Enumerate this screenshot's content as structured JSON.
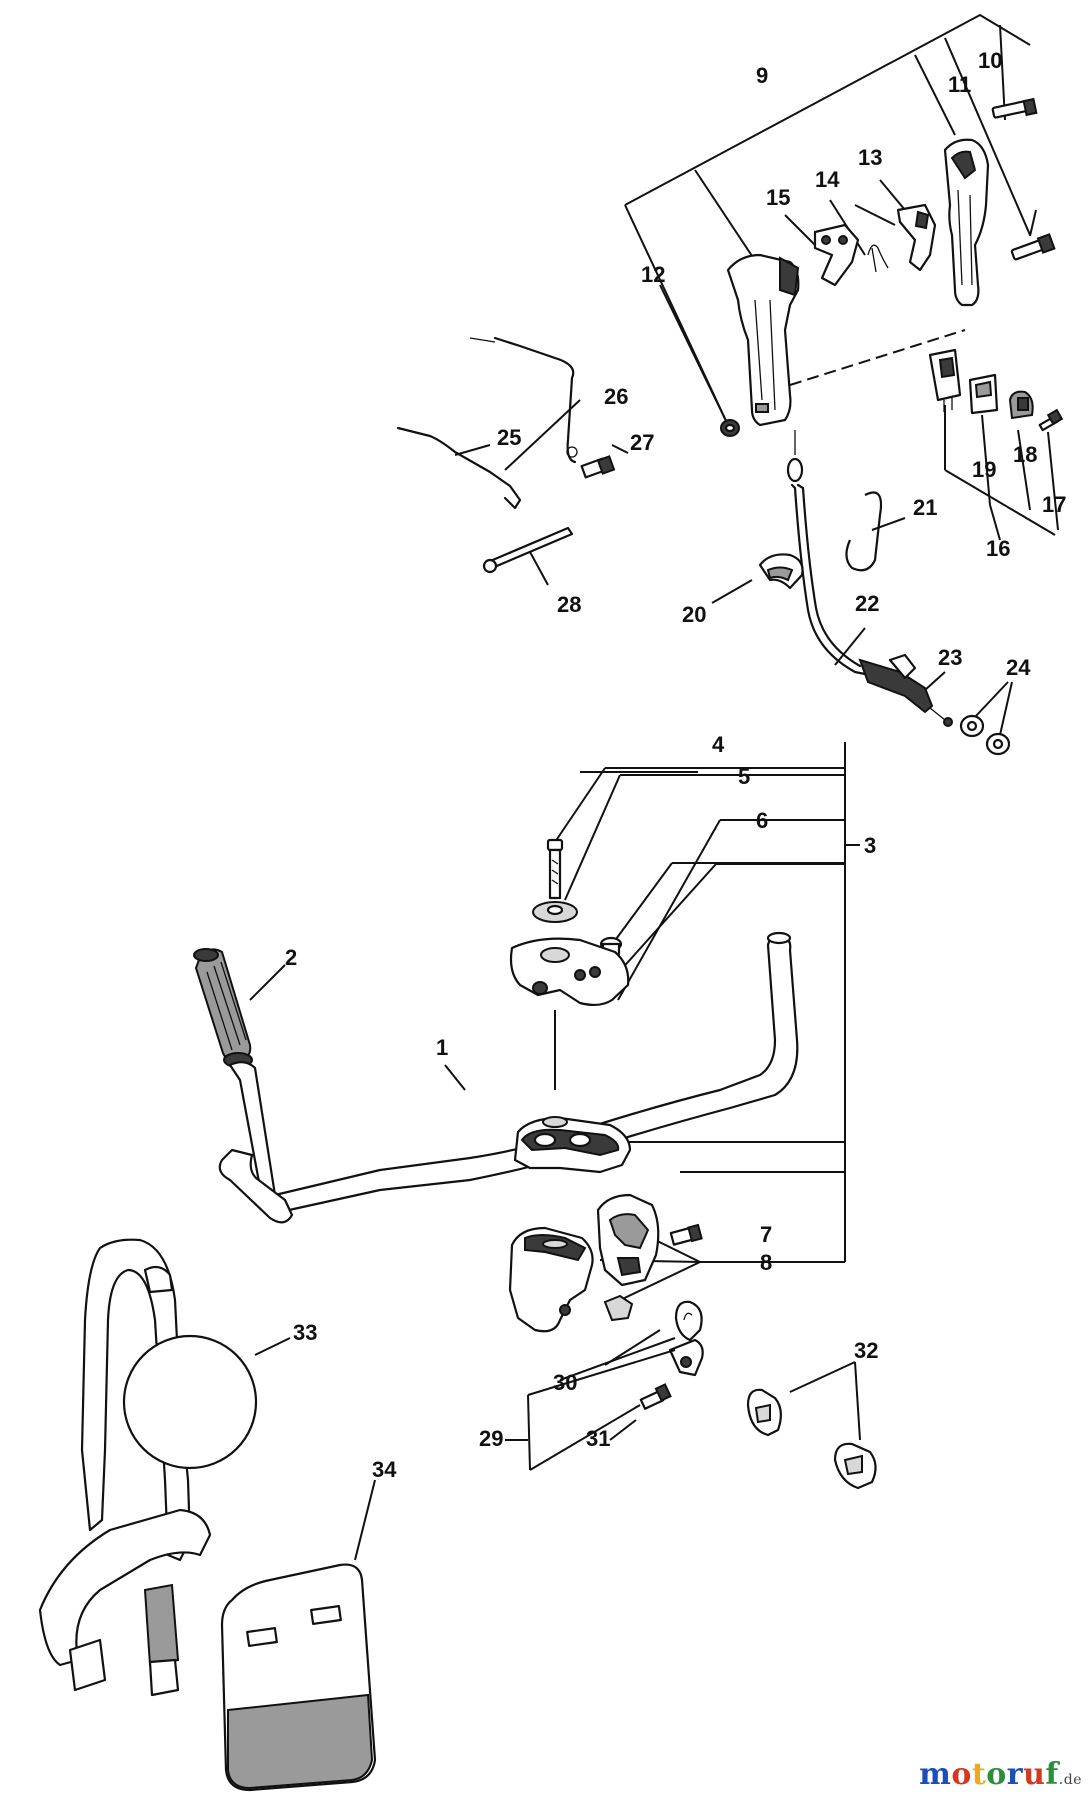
{
  "diagram": {
    "callouts": [
      "1",
      "2",
      "3",
      "4",
      "5",
      "6",
      "7",
      "8",
      "9",
      "10",
      "11",
      "12",
      "13",
      "14",
      "15",
      "16",
      "17",
      "18",
      "19",
      "20",
      "21",
      "22",
      "23",
      "24",
      "25",
      "26",
      "27",
      "28",
      "29",
      "30",
      "31",
      "32",
      "33",
      "34"
    ]
  },
  "watermark": {
    "letters": [
      "m",
      "o",
      "t",
      "o",
      "r",
      "u",
      "f"
    ],
    "letter_colors": [
      "#1a4fb8",
      "#d4381e",
      "#f0a81c",
      "#2a8f3a",
      "#1a4fb8",
      "#d4381e",
      "#2a8f3a"
    ],
    "suffix": ".de"
  }
}
